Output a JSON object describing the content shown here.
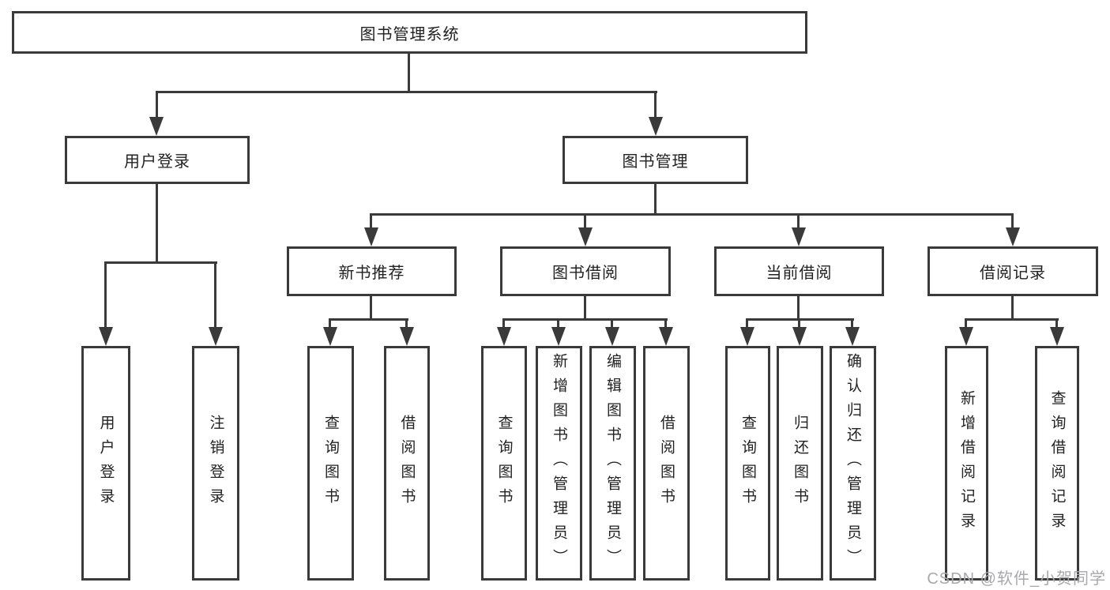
{
  "diagram": {
    "root": {
      "label": "图书管理系统"
    },
    "children": [
      {
        "label": "用户登录",
        "leaves": [
          {
            "label": "用户登录"
          },
          {
            "label": "注销登录"
          }
        ]
      },
      {
        "label": "图书管理",
        "groups": [
          {
            "label": "新书推荐",
            "leaves": [
              {
                "label": "查询图书"
              },
              {
                "label": "借阅图书"
              }
            ]
          },
          {
            "label": "图书借阅",
            "leaves": [
              {
                "label": "查询图书"
              },
              {
                "label": "新增图书（管理员）"
              },
              {
                "label": "编辑图书（管理员）"
              },
              {
                "label": "借阅图书"
              }
            ]
          },
          {
            "label": "当前借阅",
            "leaves": [
              {
                "label": "查询图书"
              },
              {
                "label": "归还图书"
              },
              {
                "label": "确认归还（管理员）"
              }
            ]
          },
          {
            "label": "借阅记录",
            "leaves": [
              {
                "label": "新增借阅记录"
              },
              {
                "label": "查询借阅记录"
              }
            ]
          }
        ]
      }
    ]
  },
  "watermark": "CSDN @软件_小贺同学",
  "colors": {
    "line": "#3a3a3a",
    "text": "#222222",
    "background": "#ffffff",
    "watermark": "#a8a8ad"
  }
}
